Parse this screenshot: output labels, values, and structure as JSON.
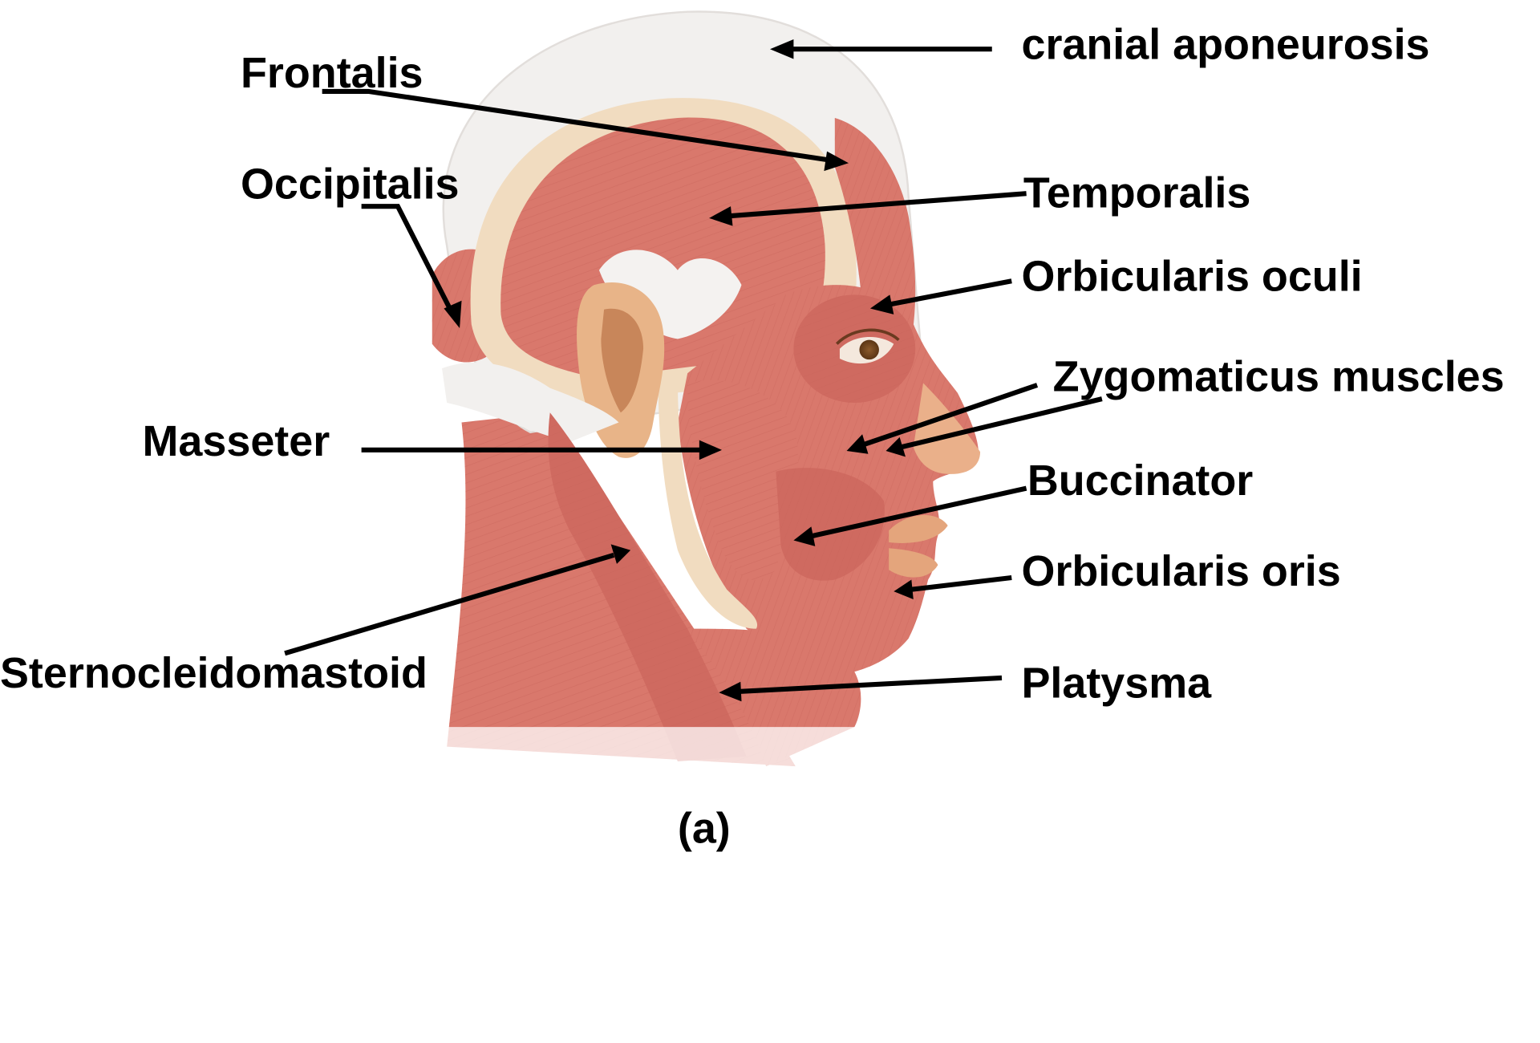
{
  "labels": {
    "cranial_aponeurosis": "cranial aponeurosis",
    "frontalis": "Frontalis",
    "occipitalis": "Occipitalis",
    "temporalis": "Temporalis",
    "orbicularis_oculi": "Orbicularis oculi",
    "zygomaticus": "Zygomaticus muscles",
    "masseter": "Masseter",
    "buccinator": "Buccinator",
    "orbicularis_oris": "Orbicularis oris",
    "sternocleidomastoid": "Sternocleidomastoid",
    "platysma": "Platysma"
  },
  "caption": "(a)",
  "colors": {
    "muscle": "#d9786c",
    "muscle_dark": "#c45a50",
    "muscle_light": "#eaa497",
    "tendon": "#f2f0ee",
    "fascia": "#f1dcc0",
    "skin": "#e8b488",
    "ink": "#000000"
  }
}
